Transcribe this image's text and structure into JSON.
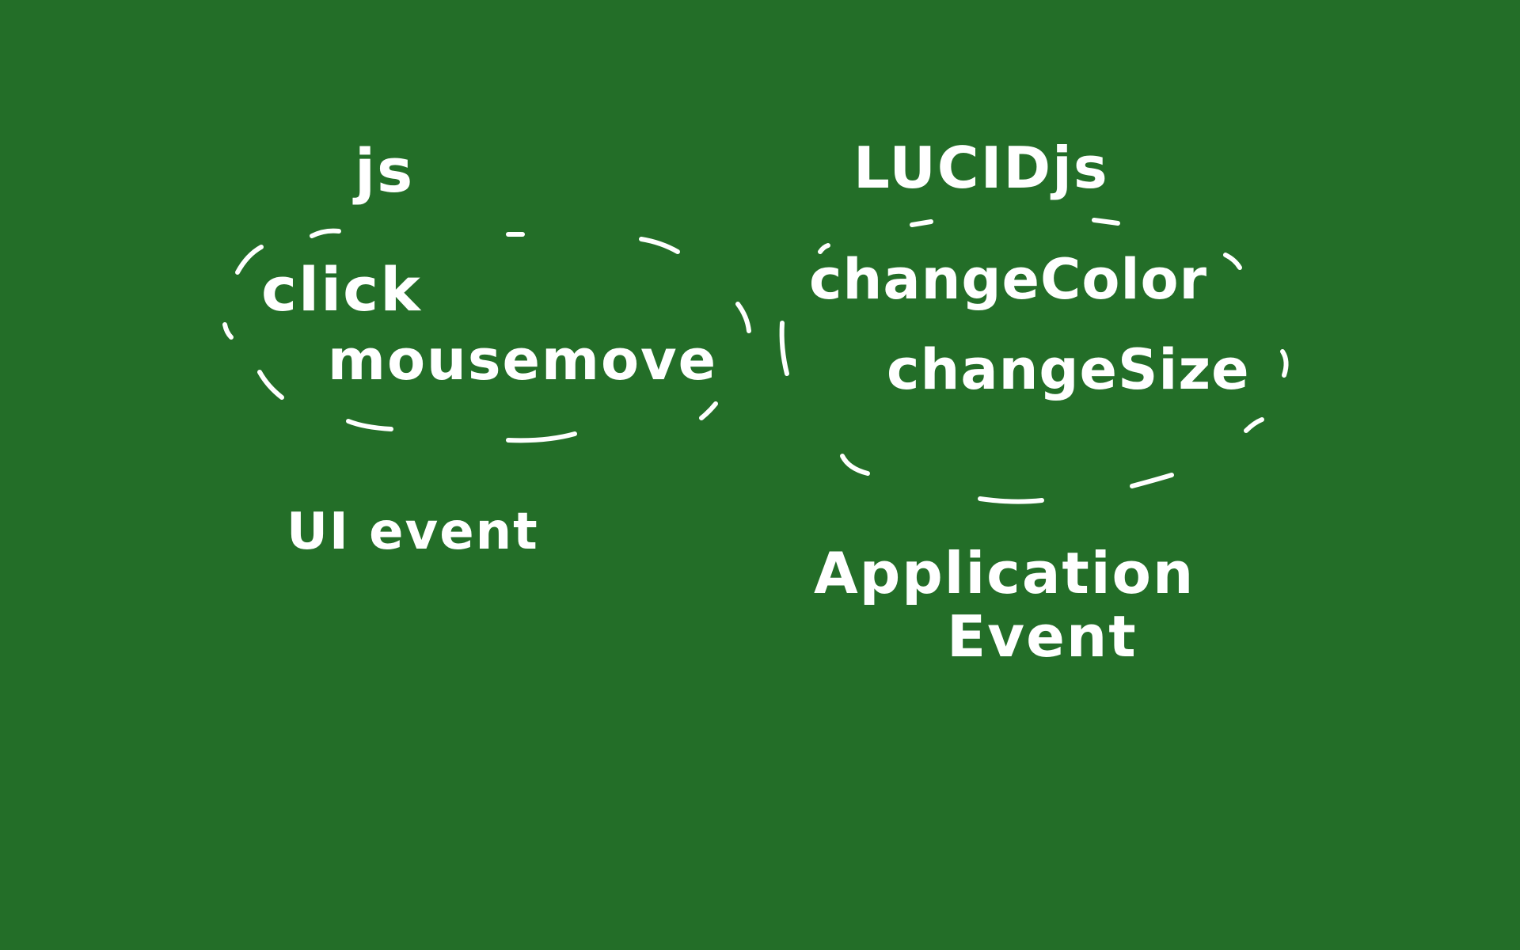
{
  "colors": {
    "board": "#236E28",
    "chalk": "#FFFFFF"
  },
  "left_cloud": {
    "title": "js",
    "events": [
      "click",
      "mousemove"
    ],
    "caption": "UI event"
  },
  "right_cloud": {
    "title": "LUCIDjs",
    "events": [
      "changeColor",
      "changeSize"
    ],
    "caption_lines": [
      "Application",
      "Event"
    ]
  }
}
